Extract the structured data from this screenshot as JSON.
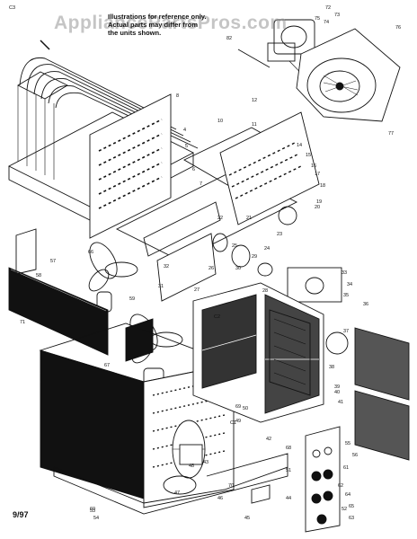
{
  "header": {
    "note_lines": [
      "Illustrations for reference only.",
      "Actual parts may differ from",
      "the units shown."
    ],
    "watermark": "AppliancePartsPros.com"
  },
  "footer": {
    "date_code": "9/97"
  },
  "callouts": [
    {
      "label": "72"
    },
    {
      "label": "73"
    },
    {
      "label": "74"
    },
    {
      "label": "75"
    },
    {
      "label": "76"
    },
    {
      "label": "77"
    },
    {
      "label": "82"
    },
    {
      "label": "8"
    },
    {
      "label": "4"
    },
    {
      "label": "5"
    },
    {
      "label": "6"
    },
    {
      "label": "7"
    },
    {
      "label": "10"
    },
    {
      "label": "12"
    },
    {
      "label": "11"
    },
    {
      "label": "14"
    },
    {
      "label": "15"
    },
    {
      "label": "16"
    },
    {
      "label": "17"
    },
    {
      "label": "18"
    },
    {
      "label": "19"
    },
    {
      "label": "20"
    },
    {
      "label": "21"
    },
    {
      "label": "22"
    },
    {
      "label": "23"
    },
    {
      "label": "24"
    },
    {
      "label": "25"
    },
    {
      "label": "26"
    },
    {
      "label": "27"
    },
    {
      "label": "28"
    },
    {
      "label": "29"
    },
    {
      "label": "30"
    },
    {
      "label": "31"
    },
    {
      "label": "32"
    },
    {
      "label": "33"
    },
    {
      "label": "34"
    },
    {
      "label": "35"
    },
    {
      "label": "36"
    },
    {
      "label": "37"
    },
    {
      "label": "38"
    },
    {
      "label": "39"
    },
    {
      "label": "40"
    },
    {
      "label": "41"
    },
    {
      "label": "42"
    },
    {
      "label": "43"
    },
    {
      "label": "44"
    },
    {
      "label": "45"
    },
    {
      "label": "46"
    },
    {
      "label": "47"
    },
    {
      "label": "48"
    },
    {
      "label": "49"
    },
    {
      "label": "50"
    },
    {
      "label": "51"
    },
    {
      "label": "52"
    },
    {
      "label": "53"
    },
    {
      "label": "54"
    },
    {
      "label": "55"
    },
    {
      "label": "56"
    },
    {
      "label": "57"
    },
    {
      "label": "58"
    },
    {
      "label": "59"
    },
    {
      "label": "60"
    },
    {
      "label": "61"
    },
    {
      "label": "62"
    },
    {
      "label": "63"
    },
    {
      "label": "64"
    },
    {
      "label": "65"
    },
    {
      "label": "66"
    },
    {
      "label": "67"
    },
    {
      "label": "68"
    },
    {
      "label": "69"
    },
    {
      "label": "70"
    },
    {
      "label": "71"
    },
    {
      "label": "C1"
    },
    {
      "label": "C2"
    },
    {
      "label": "C3"
    }
  ]
}
